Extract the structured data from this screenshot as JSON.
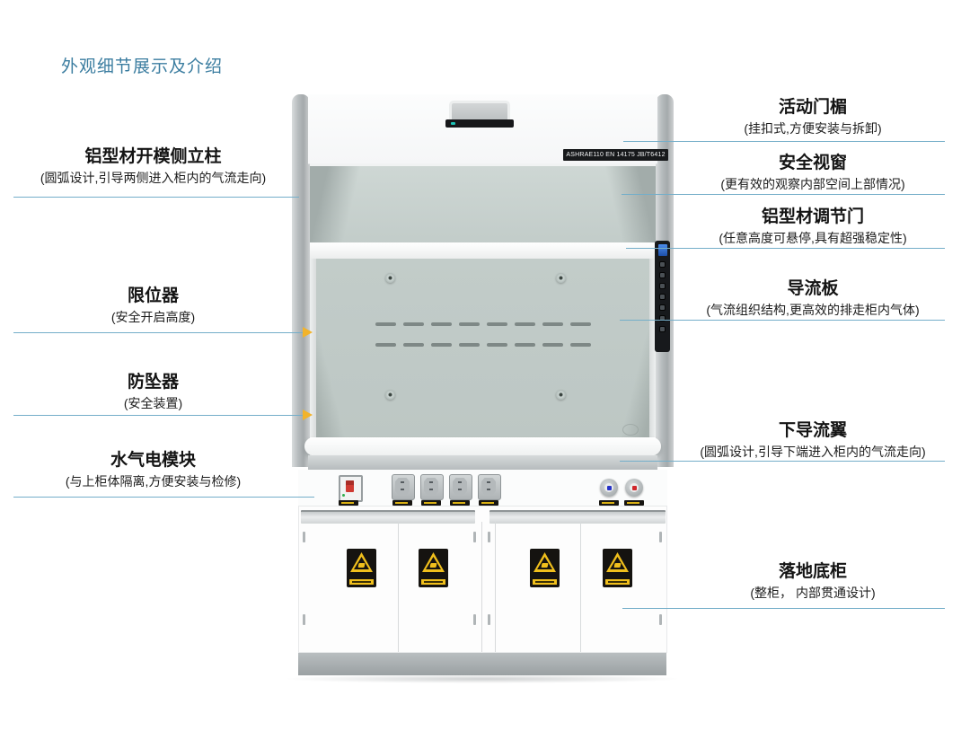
{
  "page": {
    "title": "外观细节展示及介绍"
  },
  "product": {
    "name_hint": "laboratory-fume-hood",
    "badge_text": "ASHRAE110 EN 14175 JB/T6412"
  },
  "callouts": {
    "left": [
      {
        "title": "铝型材开模侧立柱",
        "desc": "(圆弧设计,引导两侧进入柜内的气流走向)"
      },
      {
        "title": "限位器",
        "desc": "(安全开启高度)"
      },
      {
        "title": "防坠器",
        "desc": "(安全装置)"
      },
      {
        "title": "水气电模块",
        "desc": "(与上柜体隔离,方便安装与检修)"
      }
    ],
    "right": [
      {
        "title": "活动门楣",
        "desc": "(挂扣式,方便安装与拆卸)"
      },
      {
        "title": "安全视窗",
        "desc": "(更有效的观察内部空间上部情况)"
      },
      {
        "title": "铝型材调节门",
        "desc": "(任意高度可悬停,具有超强稳定性)"
      },
      {
        "title": "导流板",
        "desc": "(气流组织结构,更高效的排走柜内气体)"
      },
      {
        "title": "下导流翼",
        "desc": "(圆弧设计,引导下端进入柜内的气流走向)"
      },
      {
        "title": "落地底柜",
        "desc": "(整柜， 内部贯通设计)"
      }
    ]
  },
  "colors": {
    "title_accent": "#3b7da0",
    "leader_line": "#74aec9",
    "marker_arrow": "#f2b32b",
    "warning_yellow": "#f0bf1c",
    "valve_blue": "#2733c8",
    "valve_red": "#d0262b",
    "badge_bg": "#17191b"
  },
  "icons": [
    "yellow-arrow-marker-icon",
    "corrosive-warning-icon",
    "screw-icon",
    "power-outlet-icon",
    "circuit-breaker-icon",
    "valve-handle-icon"
  ]
}
